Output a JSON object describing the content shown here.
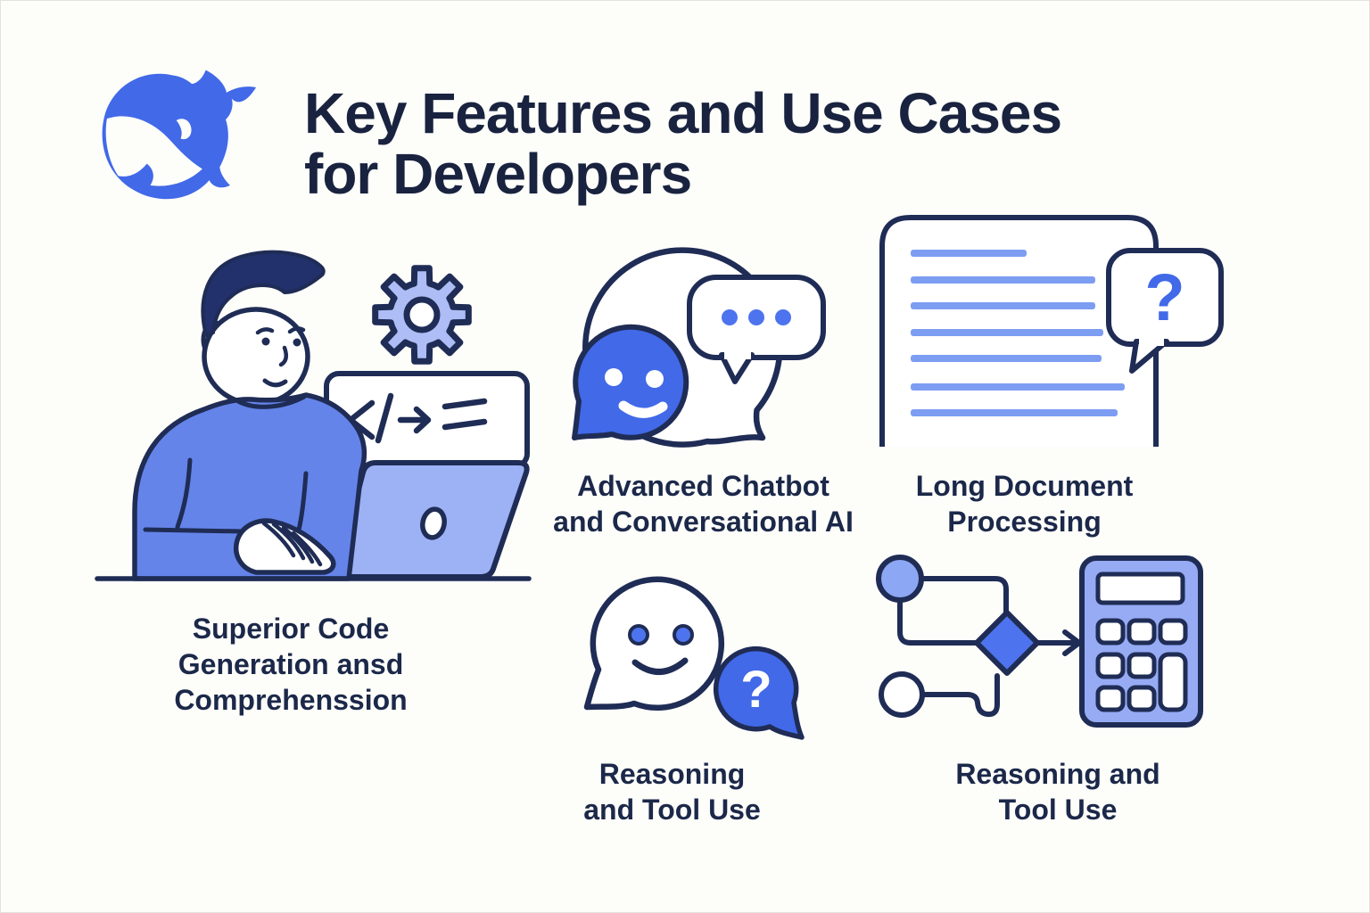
{
  "header": {
    "logo_name": "deepseek-whale-logo",
    "title_lines": [
      "Key Features and Use Cases",
      "for Developers"
    ]
  },
  "features": [
    {
      "name": "superior-code-generation",
      "illustration": "developer-coding-at-laptop",
      "caption_lines": [
        "Superior Code",
        "Generation ansd",
        "Comprehenssion"
      ]
    },
    {
      "name": "advanced-chatbot",
      "illustration": "chat-bubbles-smiley-and-typing-dots",
      "caption_lines": [
        "Advanced Chatbot",
        "and Conversational AI"
      ]
    },
    {
      "name": "long-document-processing",
      "illustration": "document-with-question-bubble",
      "caption_lines": [
        "Long Document",
        "Processing"
      ]
    },
    {
      "name": "reasoning-tool-use-left",
      "illustration": "smiley-speech-bubble-with-question-bubble",
      "caption_lines": [
        "Reasoning",
        "and Tool Use"
      ]
    },
    {
      "name": "reasoning-tool-use-right",
      "illustration": "flowchart-arrow-calculator",
      "caption_lines": [
        "Reasoning and",
        "Tool Use"
      ]
    }
  ],
  "glyphs": {
    "question_mark": "?",
    "code_symbols": "</ → ="
  },
  "colors": {
    "background": "#fdfdfa",
    "navy_outline": "#1f2c55",
    "text_navy": "#19233f",
    "primary_blue": "#4169e8",
    "mid_blue": "#6584ea",
    "light_blue": "#9db2f5",
    "pale_blue": "#aebdf6",
    "doc_line_blue": "#7d9df2"
  }
}
